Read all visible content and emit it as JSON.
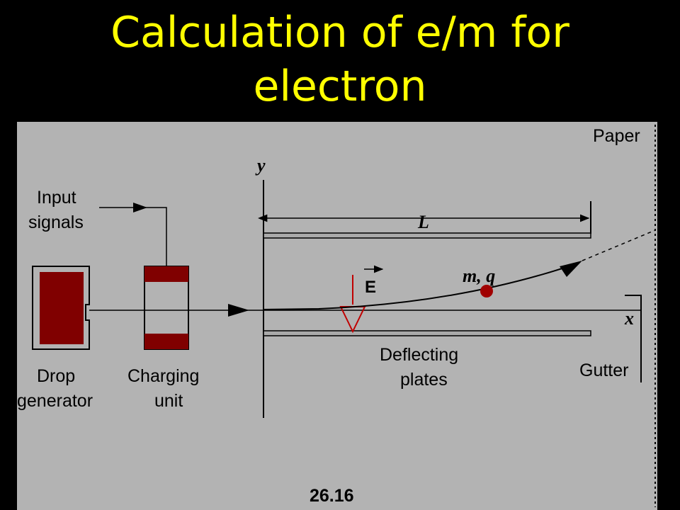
{
  "title": {
    "line1": "Calculation of e/m for",
    "line2": "electron"
  },
  "figure": {
    "labels": {
      "paper": "Paper",
      "y_axis": "y",
      "x_axis": "x",
      "input_signals_1": "Input",
      "input_signals_2": "signals",
      "length": "L",
      "field": "E",
      "particle": "m, q",
      "deflecting_1": "Deflecting",
      "deflecting_2": "plates",
      "gutter": "Gutter",
      "drop_1": "Drop",
      "drop_2": "generator",
      "charging_1": "Charging",
      "charging_2": "unit",
      "figure_number": "26.16"
    },
    "colors": {
      "panel": "#b3b3b3",
      "component": "#800000",
      "field_arrow": "#c00000",
      "title": "#ffff00"
    }
  }
}
